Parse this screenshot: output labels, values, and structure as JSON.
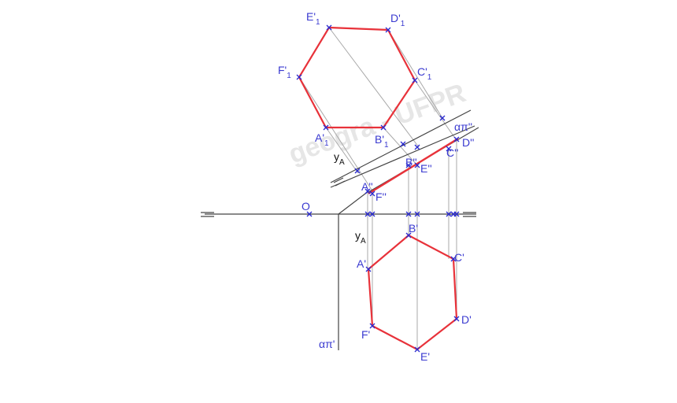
{
  "watermark": "geogra - UFPR",
  "colors": {
    "edge": "#e8323a",
    "label": "#3a3ad0",
    "line": "#333333",
    "ref": "#9a9a9a"
  },
  "labels": {
    "E1": "E'",
    "E1_sub": "1",
    "D1": "D'",
    "D1_sub": "1",
    "F1": "F'",
    "F1_sub": "1",
    "C1": "C'",
    "C1_sub": "1",
    "A1": "A'",
    "A1_sub": "1",
    "B1": "B'",
    "B1_sub": "1",
    "alpha_pi_2": "απ''",
    "D2": "D''",
    "C2": "C''",
    "B2": "B''",
    "E2": "E''",
    "A2": "A''",
    "F2": "F''",
    "yA_top": "y",
    "yA_top_sub": "A",
    "yA_bot": "y",
    "yA_bot_sub": "A",
    "origin": "O",
    "B": "B'",
    "A": "A'",
    "C": "C'",
    "D": "D'",
    "F": "F'",
    "E": "E'",
    "alpha_pi_1": "απ'"
  }
}
